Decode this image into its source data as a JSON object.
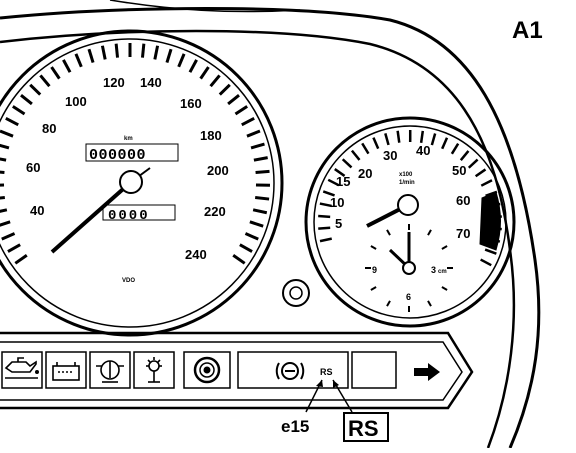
{
  "figure_label": "A1",
  "speedometer": {
    "tick_labels": [
      "40",
      "60",
      "80",
      "100",
      "120",
      "140",
      "160",
      "180",
      "200",
      "220",
      "240"
    ],
    "unit": "km",
    "odometer": "000000",
    "trip": "0000",
    "maker_mark": "VDO"
  },
  "tachometer": {
    "tick_labels": [
      "5",
      "10",
      "15",
      "20",
      "30",
      "40",
      "50",
      "60",
      "70"
    ],
    "unit_top": "x100",
    "unit_bottom": "1/min",
    "clock_labels": [
      "9",
      "6",
      "3"
    ],
    "clock_suffix": "cm"
  },
  "warning_panel": {
    "rs_small": "RS"
  },
  "callouts": {
    "e15": "e15",
    "rs_large": "RS"
  }
}
